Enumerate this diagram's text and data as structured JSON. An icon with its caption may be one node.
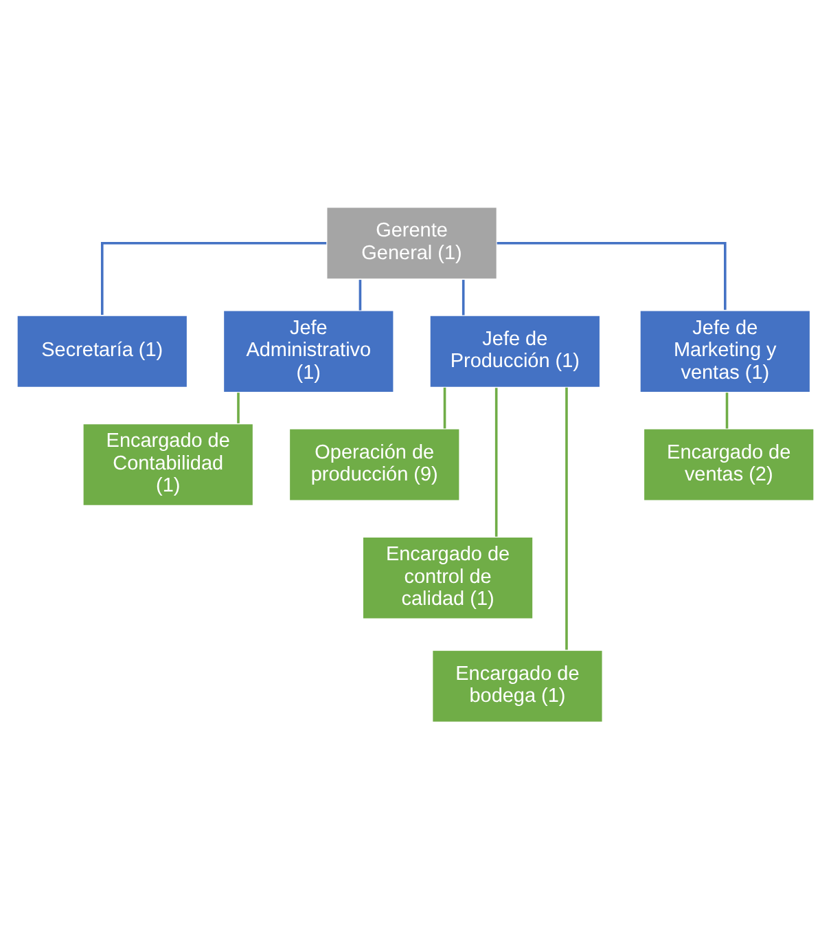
{
  "diagram": {
    "nodes": [
      {
        "text": [
          "Gerente General (1)"
        ]
      },
      {
        "text": [
          "Secretaría (1)"
        ]
      },
      {
        "text": [
          "Jefe Administrativo (1)"
        ]
      },
      {
        "text": [
          "Jefe de Producción (1)"
        ]
      },
      {
        "text": [
          "Jefe de Marketing y ventas (1)"
        ]
      },
      {
        "text": [
          "Encargado de Contabilidad (1)"
        ]
      },
      {
        "text": [
          "Operación de producción (9)"
        ]
      },
      {
        "text": [
          "Encargado de control de calidad (1)"
        ]
      },
      {
        "text": [
          "Encargado de bodega (1)"
        ]
      },
      {
        "text": [
          "Encargado de ventas (2)"
        ]
      }
    ],
    "edges": [
      {
        "from": 0,
        "to": 1,
        "arrow": "none",
        "color": "#4472c4"
      },
      {
        "from": 0,
        "to": 2,
        "arrow": "none",
        "color": "#4472c4"
      },
      {
        "from": 0,
        "to": 3,
        "arrow": "none",
        "color": "#4472c4"
      },
      {
        "from": 0,
        "to": 4,
        "arrow": "none",
        "color": "#4472c4"
      },
      {
        "from": 2,
        "to": 5,
        "arrow": "none"
      },
      {
        "from": 3,
        "to": 6,
        "arrow": "none"
      },
      {
        "from": 3,
        "to": 7,
        "arrow": "none"
      },
      {
        "from": 3,
        "to": 8,
        "arrow": "none"
      },
      {
        "from": 4,
        "to": 9,
        "arrow": "none"
      }
    ]
  }
}
